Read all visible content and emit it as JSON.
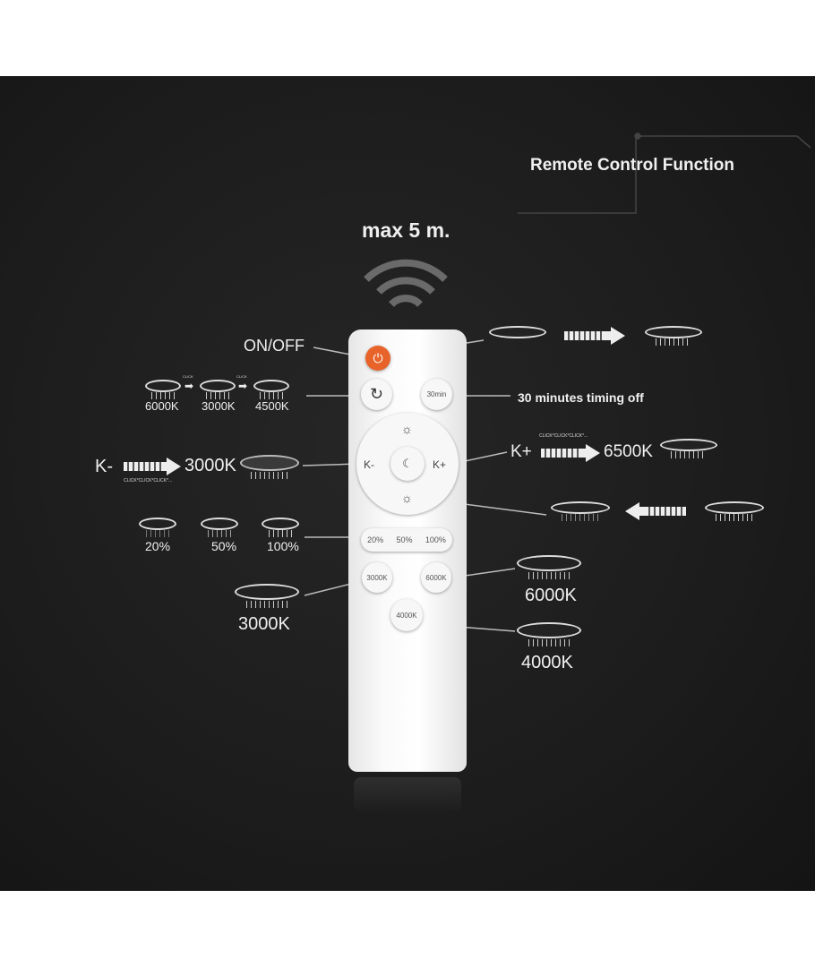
{
  "title": "Remote Control Function",
  "range": "max 5 m.",
  "labels": {
    "on_off": "ON/OFF",
    "timer": "30 minutes timing off",
    "k_minus": "K-",
    "k_plus": "K+",
    "k_minus_target": "3000K",
    "k_plus_target": "6500K",
    "click_repeat": "CLICK*CLICK*CLICK*...",
    "click": "CLICK",
    "cycle": [
      "6000K",
      "3000K",
      "4500K"
    ],
    "brightness": [
      "20%",
      "50%",
      "100%"
    ],
    "preset_3000": "3000K",
    "preset_6000": "6000K",
    "preset_4000": "4000K"
  },
  "remote": {
    "timer_btn": "30min",
    "k_minus_btn": "K-",
    "k_plus_btn": "K+",
    "brightness_btns": [
      "20%",
      "50%",
      "100%"
    ],
    "btn_3000": "3000K",
    "btn_6000": "6000K",
    "btn_4000": "4000K"
  },
  "colors": {
    "power": "#e8632a",
    "background": "#1e1e1e"
  }
}
